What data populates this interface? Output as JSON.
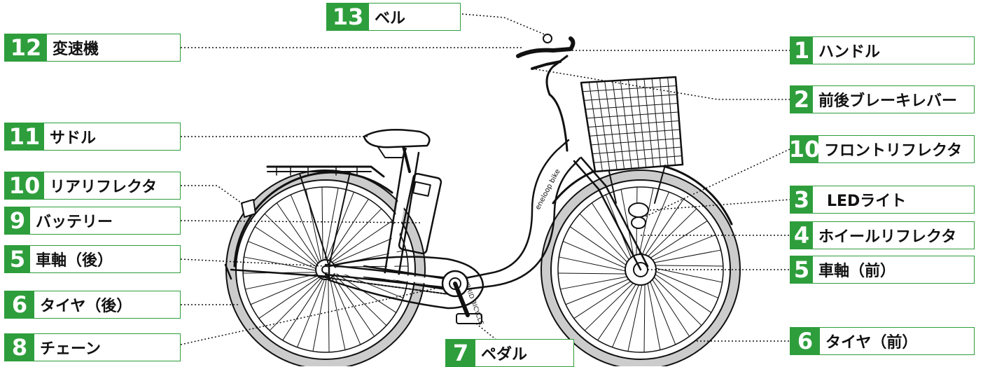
{
  "accent": "#2e9e3c",
  "line_color": "#111111",
  "labels": {
    "bell": {
      "num": "13",
      "text": "ベル"
    },
    "shifter": {
      "num": "12",
      "text": "変速機"
    },
    "handle": {
      "num": "1",
      "text": "ハンドル"
    },
    "brake_levers": {
      "num": "2",
      "text": "前後ブレーキレバー"
    },
    "saddle": {
      "num": "11",
      "text": "サドル"
    },
    "front_reflector": {
      "num": "10",
      "text": "フロントリフレクタ"
    },
    "rear_reflector": {
      "num": "10",
      "text": "リアリフレクタ"
    },
    "led_light": {
      "num": "3",
      "text": "LEDライト"
    },
    "battery": {
      "num": "9",
      "text": "バッテリー"
    },
    "wheel_reflector": {
      "num": "4",
      "text": "ホイールリフレクタ"
    },
    "rear_axle": {
      "num": "5",
      "text": "車軸（後）"
    },
    "front_axle": {
      "num": "5",
      "text": "車軸（前）"
    },
    "rear_tire": {
      "num": "6",
      "text": "タイヤ（後）"
    },
    "front_tire": {
      "num": "6",
      "text": "タイヤ（前）"
    },
    "chain": {
      "num": "8",
      "text": "チェーン"
    },
    "pedal": {
      "num": "7",
      "text": "ペダル"
    }
  },
  "bike_decals": {
    "brand": "eneloop bike",
    "chainguard": "HYBRID BICYCLE"
  }
}
